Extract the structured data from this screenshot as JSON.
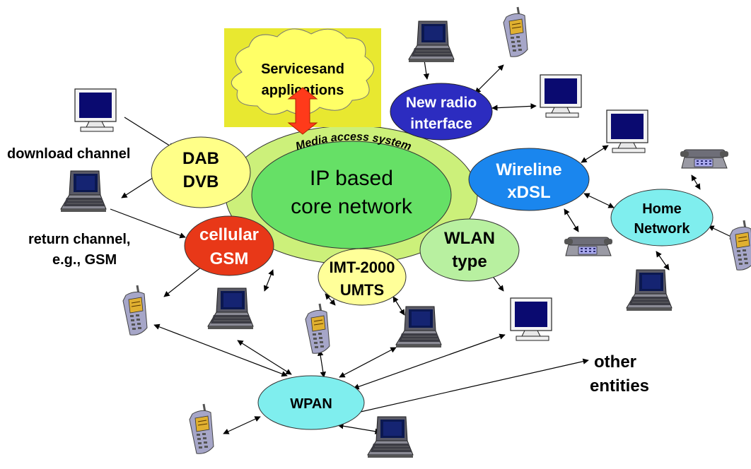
{
  "services": {
    "line1": "Servicesand",
    "line2": "applications"
  },
  "media_access": "Media access system",
  "core": {
    "line1": "IP based",
    "line2": "core network"
  },
  "dab": {
    "line1": "DAB",
    "line2": "DVB"
  },
  "cellular": {
    "line1": "cellular",
    "line2": "GSM"
  },
  "imt": {
    "line1": "IMT-2000",
    "line2": "UMTS"
  },
  "wlan": {
    "line1": "WLAN",
    "line2": "type"
  },
  "newradio": {
    "line1": "New radio",
    "line2": "interface"
  },
  "wireline": {
    "line1": "Wireline",
    "line2": "xDSL"
  },
  "home": {
    "line1": "Home",
    "line2": "Network"
  },
  "wpan": "WPAN",
  "download_channel": "download channel",
  "return_channel": {
    "line1": "return channel,",
    "line2": "e.g., GSM"
  },
  "other_entities": {
    "line1": "other",
    "line2": "entities"
  },
  "colors": {
    "core_outer": "#ccf07a",
    "core_inner": "#66e066",
    "dab": "#ffff88",
    "cellular": "#e83818",
    "imt": "#ffff99",
    "wlan": "#b8f0a0",
    "newradio": "#2c2cc0",
    "wireline": "#1a86ee",
    "home": "#7feeee",
    "wpan": "#7feeee",
    "services_box": "#e8e830",
    "services_cloud": "#ffff66",
    "arrow_red": "#ff3a1a"
  },
  "icons": [
    "laptop-icon",
    "mobile-phone-icon",
    "desktop-monitor-icon",
    "telephone-icon"
  ]
}
